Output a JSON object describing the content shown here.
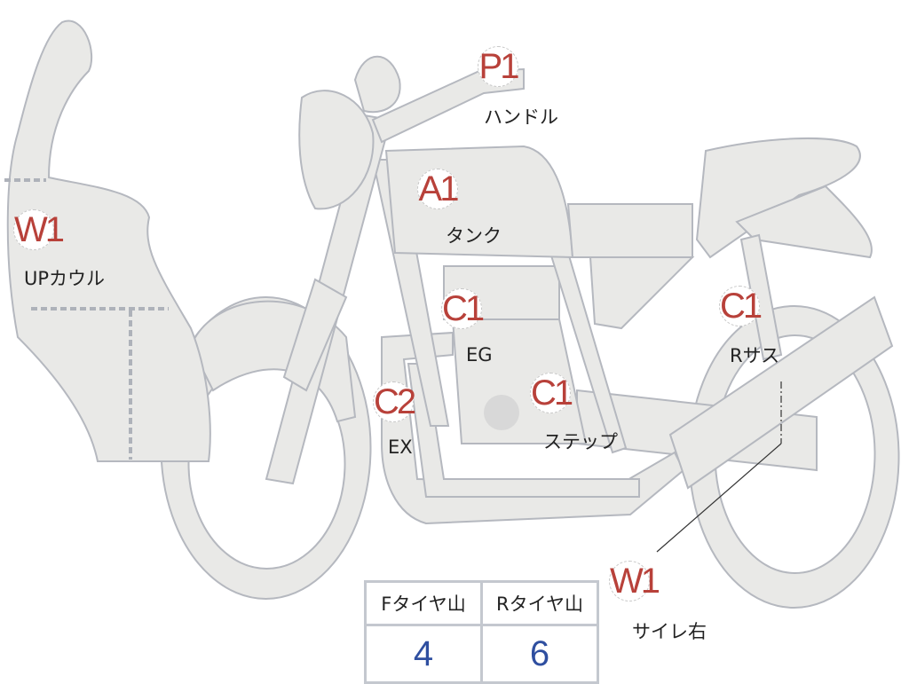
{
  "colors": {
    "part_fill": "#e9e9e7",
    "part_stroke": "#b5b8bf",
    "code": "#b8413a",
    "value": "#2f4fa0"
  },
  "parts": [
    {
      "code": "P1",
      "label": "ハンドル"
    },
    {
      "code": "A1",
      "label": "タンク"
    },
    {
      "code": "W1",
      "label": "UPカウル"
    },
    {
      "code": "C1",
      "label": "EG"
    },
    {
      "code": "C1",
      "label": "Rサス"
    },
    {
      "code": "C2",
      "label": "EX"
    },
    {
      "code": "C1",
      "label": "ステップ"
    },
    {
      "code": "W1",
      "label": "サイレ右"
    }
  ],
  "tires": {
    "front_label": "Fタイヤ山",
    "front_value": "4",
    "rear_label": "Rタイヤ山",
    "rear_value": "6"
  }
}
